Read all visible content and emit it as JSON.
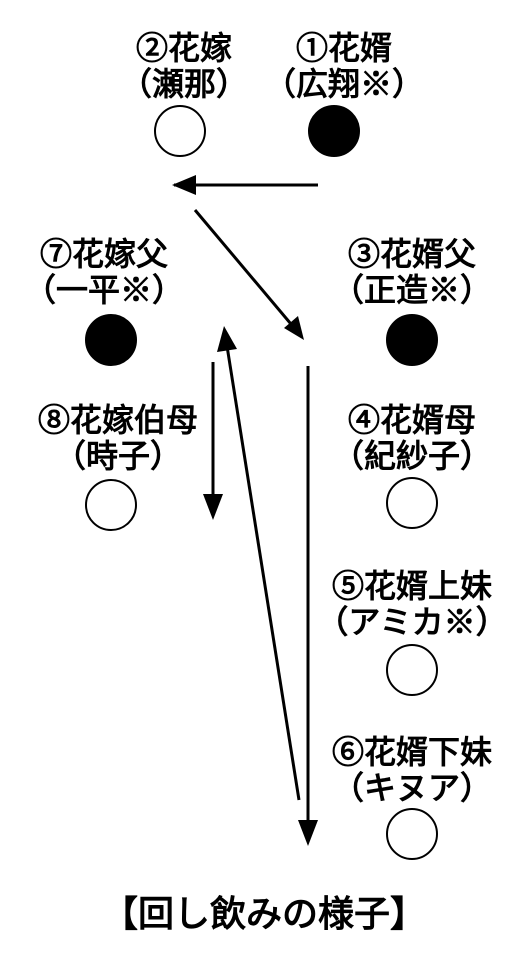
{
  "people": [
    {
      "name": "①花婿",
      "sub": "（広翔※）",
      "filled": true
    },
    {
      "name": "②花嫁",
      "sub": "（瀬那）",
      "filled": false
    },
    {
      "name": "③花婿父",
      "sub": "（正造※）",
      "filled": true
    },
    {
      "name": "④花婿母",
      "sub": "（紀紗子）",
      "filled": false
    },
    {
      "name": "⑤花婿上妹",
      "sub": "（アミカ※）",
      "filled": false
    },
    {
      "name": "⑥花婿下妹",
      "sub": "（キヌア）",
      "filled": false
    },
    {
      "name": "⑦花嫁父",
      "sub": "（一平※）",
      "filled": true
    },
    {
      "name": "⑧花嫁伯母",
      "sub": "（時子）",
      "filled": false
    }
  ],
  "caption": "【回し飲みの様子】",
  "colors": {
    "ink": "#000000",
    "background": "#ffffff"
  }
}
